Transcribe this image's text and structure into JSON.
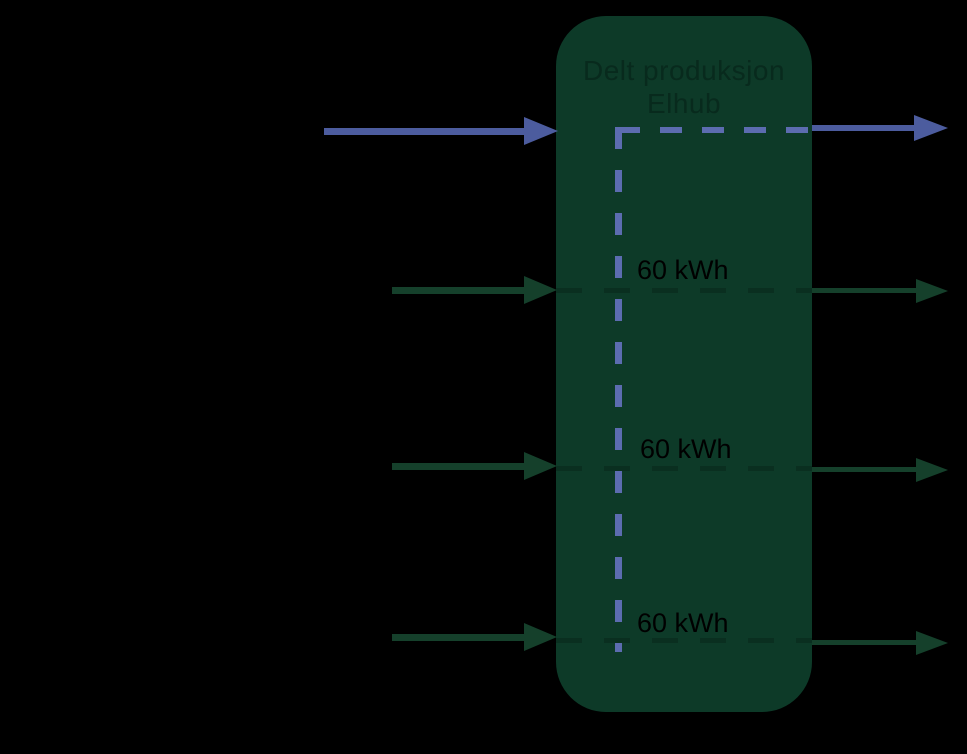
{
  "box": {
    "title_line1": "Delt produksjon",
    "title_line2": "Elhub"
  },
  "allocations": [
    {
      "label": "60 kWh"
    },
    {
      "label": "60 kWh"
    },
    {
      "label": "60 kWh"
    }
  ],
  "colors": {
    "background": "#000000",
    "box_fill": "#0d3a28",
    "box_title": "#082a1d",
    "blue_solid": "#4c5c9e",
    "blue_dashed": "#5c6cb0",
    "green_arrow": "#15402b",
    "green_dashed": "#0a2f20",
    "label_text": "#000000"
  }
}
